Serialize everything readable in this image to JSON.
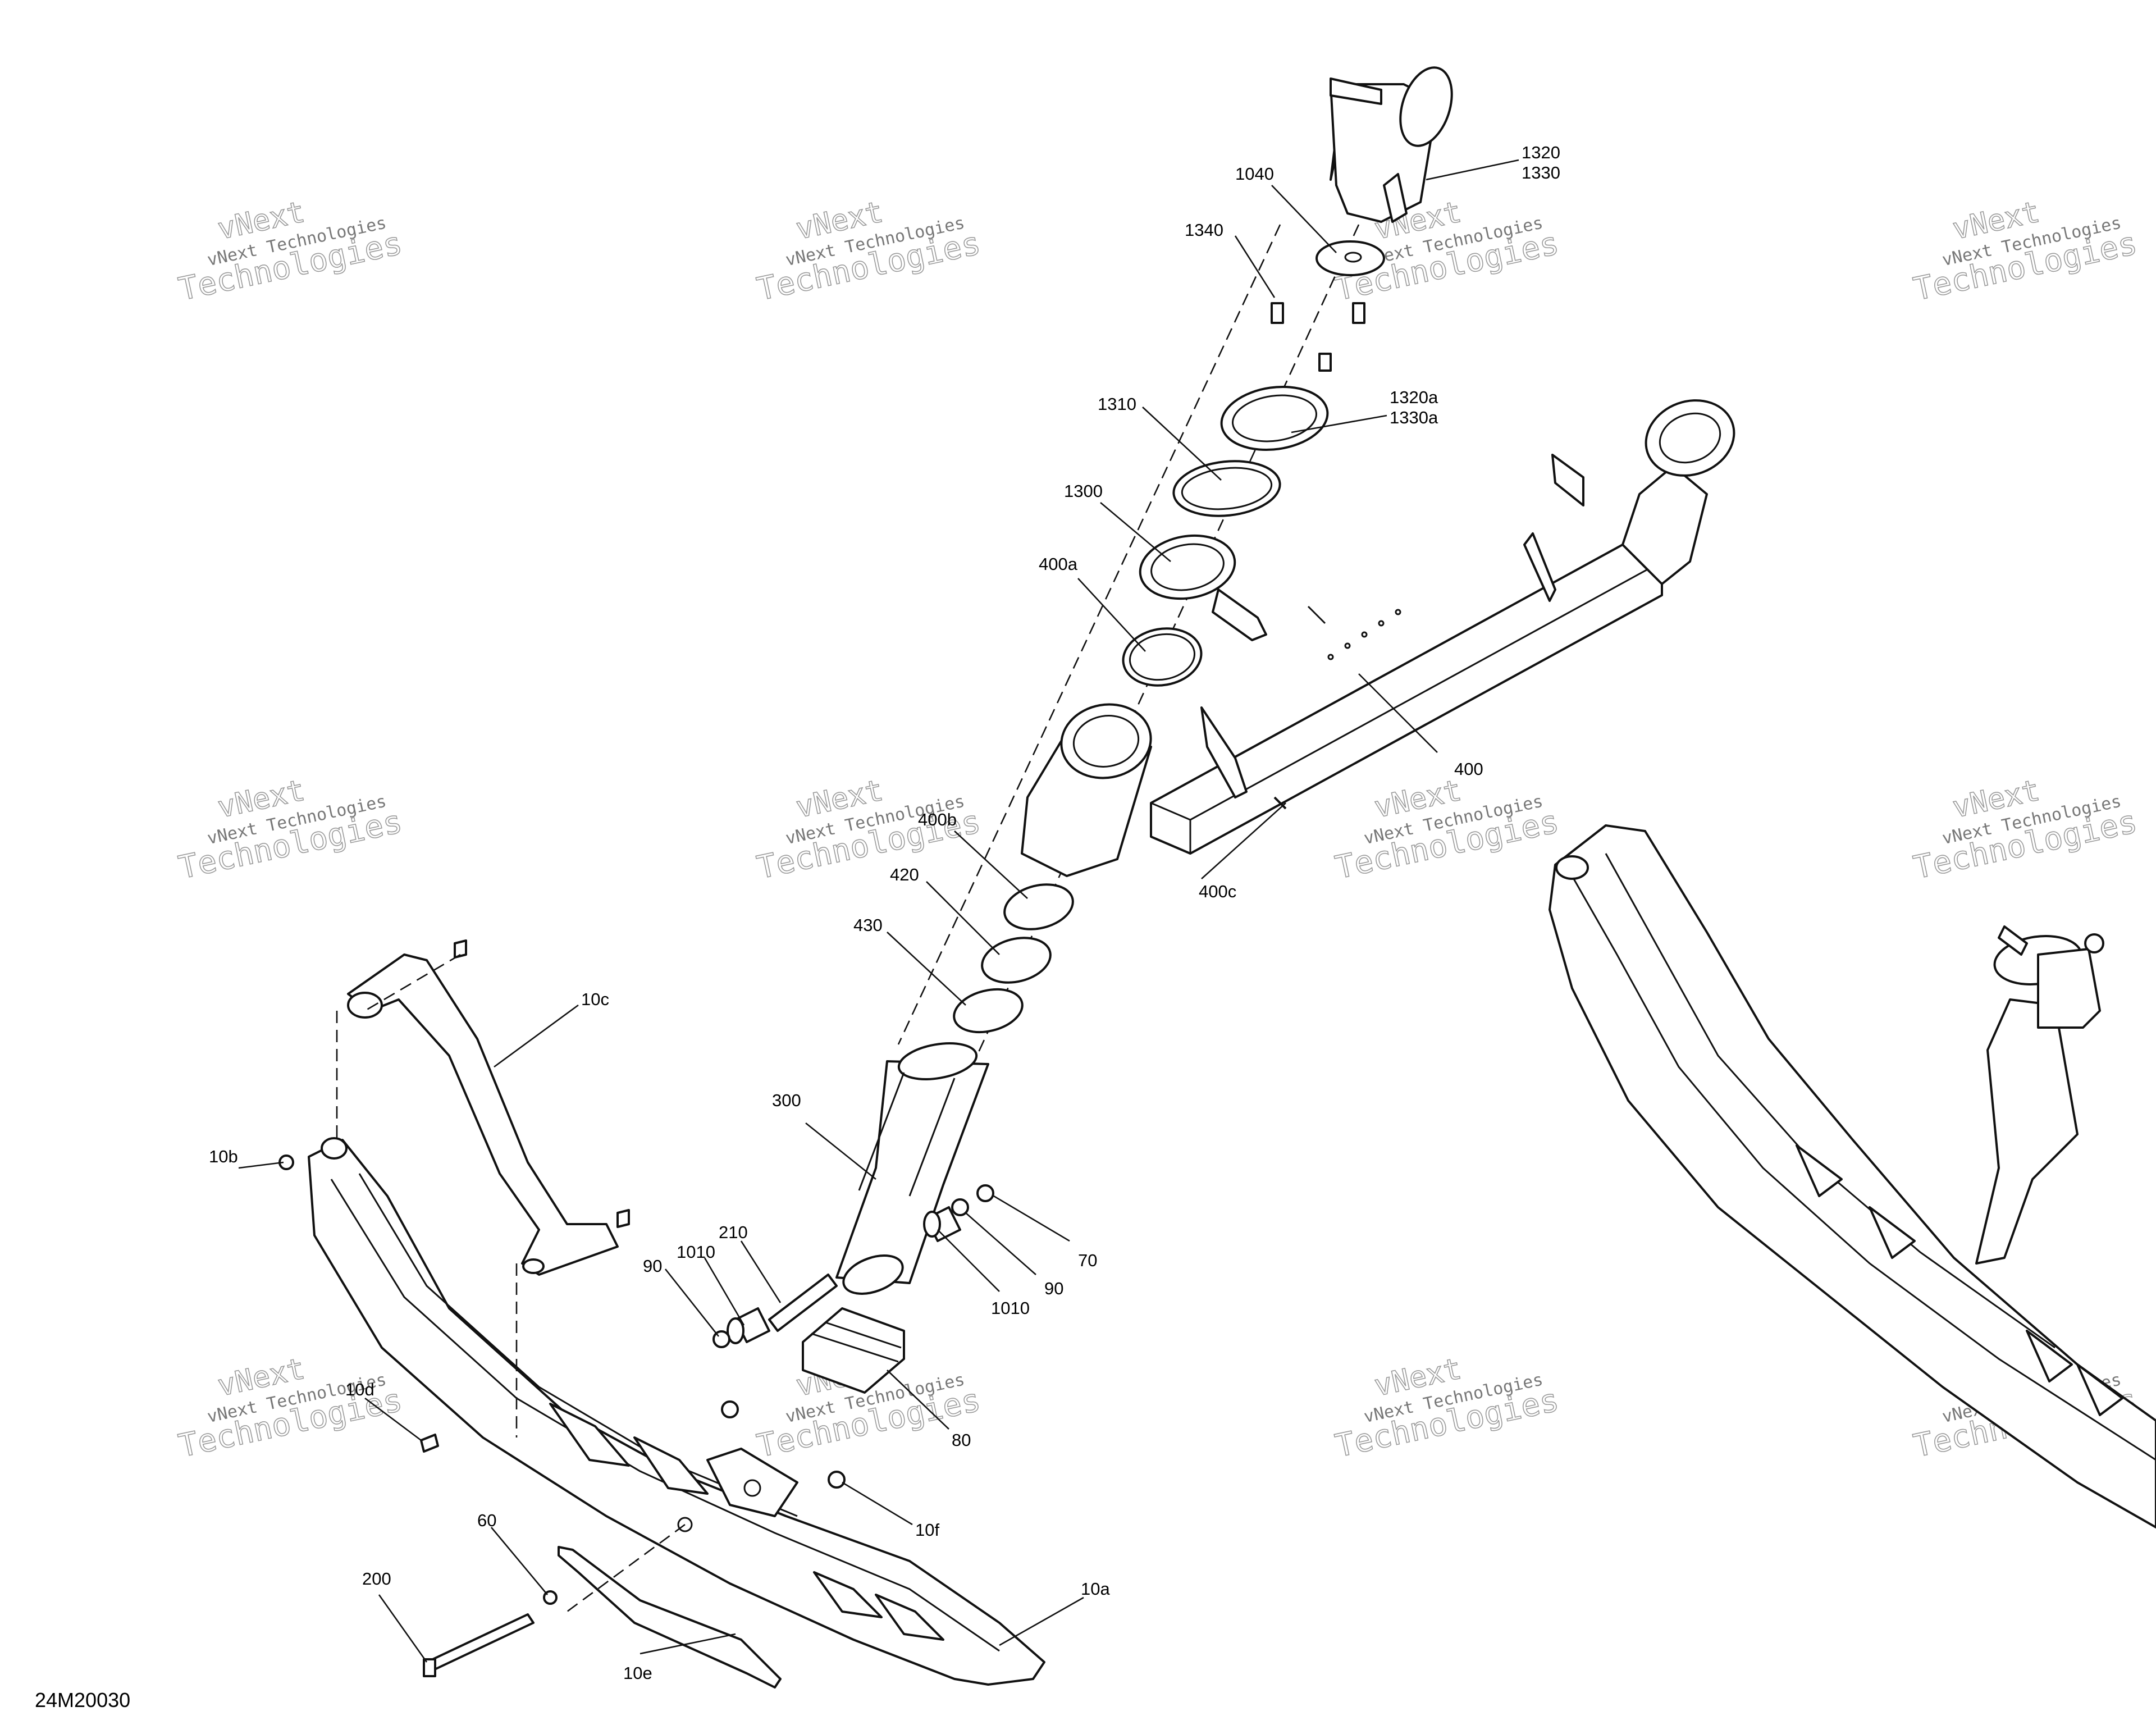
{
  "drawing_number": "24M20030",
  "watermark": {
    "line1": "vNext",
    "line2": "vNext Technologies",
    "line3": "Technologies"
  },
  "callouts": {
    "c1320": "1320",
    "c1330": "1330",
    "c1040": "1040",
    "c1340": "1340",
    "c1320a": "1320a",
    "c1330a": "1330a",
    "c1310": "1310",
    "c1300": "1300",
    "c400a": "400a",
    "c400": "400",
    "c400b": "400b",
    "c400c": "400c",
    "c420": "420",
    "c430": "430",
    "c10c": "10c",
    "c10b": "10b",
    "c300": "300",
    "c210": "210",
    "c1010a": "1010",
    "c90a": "90",
    "c70": "70",
    "c90b": "90",
    "c1010b": "1010",
    "c10d": "10d",
    "c80": "80",
    "c60": "60",
    "c10f": "10f",
    "c200": "200",
    "c10a": "10a",
    "c10e": "10e"
  }
}
